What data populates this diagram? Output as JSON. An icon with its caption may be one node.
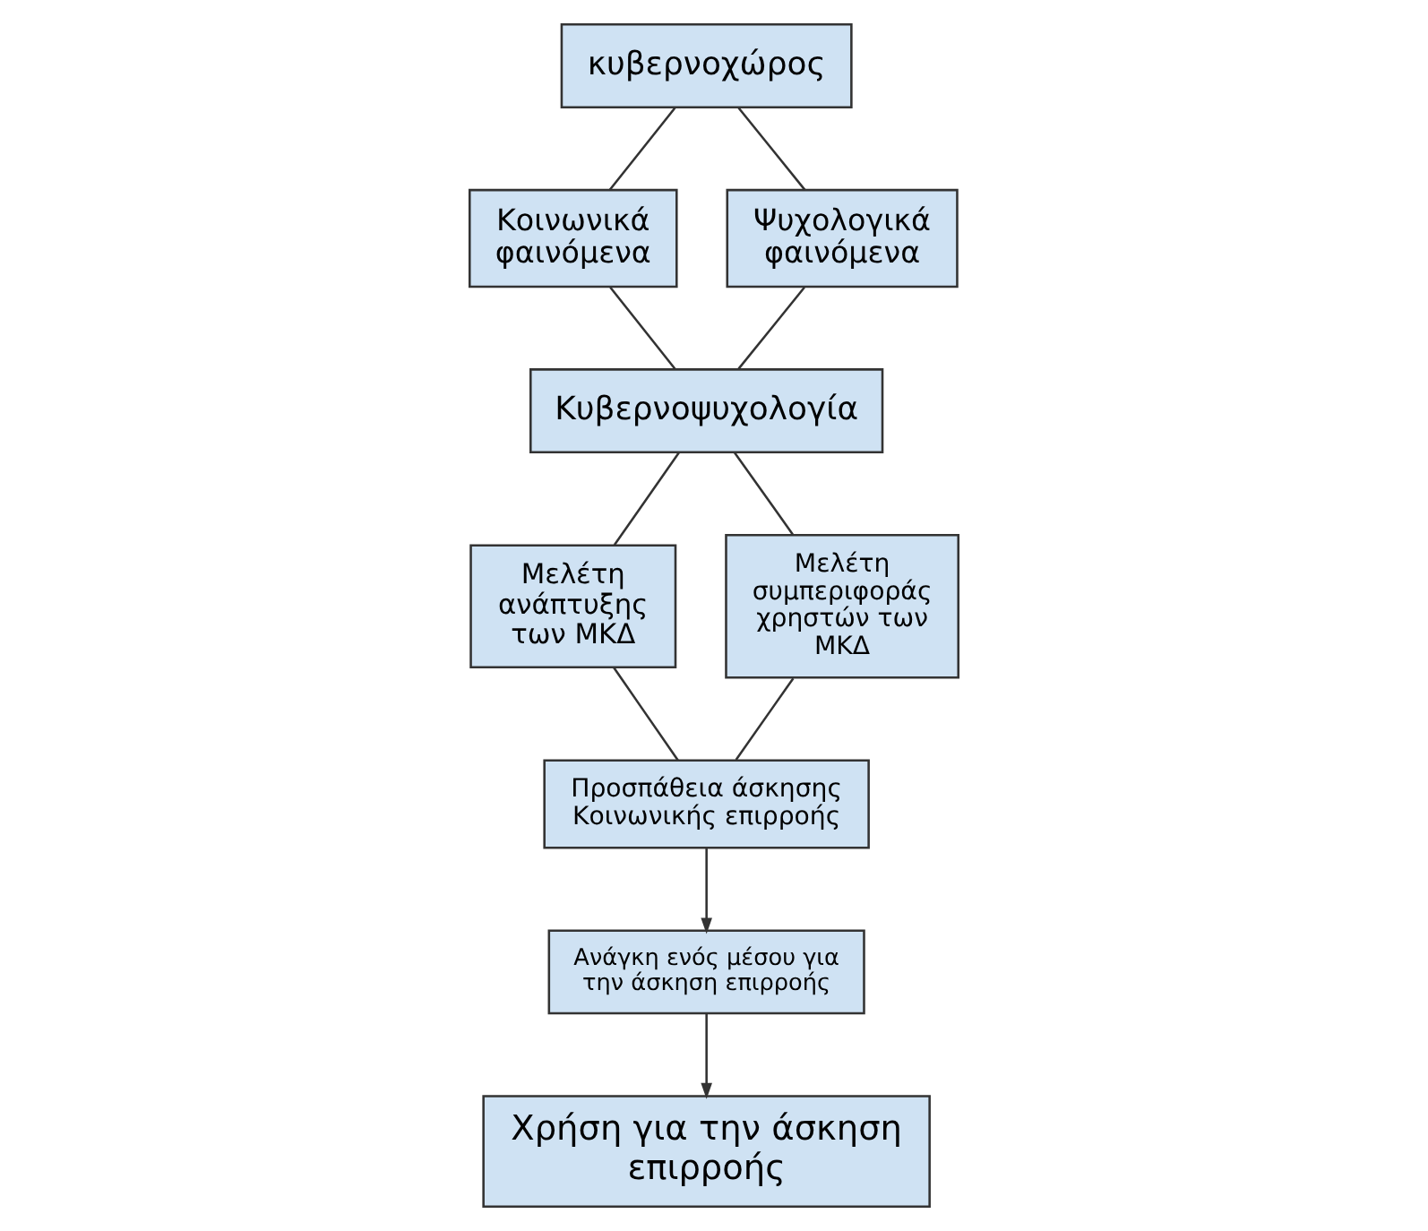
{
  "diagram": {
    "nodes": [
      {
        "text": [
          "κυβερνοχώρος"
        ]
      },
      {
        "text": [
          "Κοινωνικά φαινόμενα"
        ]
      },
      {
        "text": [
          "Ψυχολογικά φαινόμενα"
        ]
      },
      {
        "text": [
          "Κυβερνοψυχολογία"
        ]
      },
      {
        "text": [
          "Μελέτη ανάπτυξης των ΜΚΔ"
        ]
      },
      {
        "text": [
          "Μελέτη συμπεριφοράς χρηστών των ΜΚΔ"
        ]
      },
      {
        "text": [
          "Προσπάθεια άσκησης Κοινωνικής επιρροής"
        ]
      },
      {
        "text": [
          "Ανάγκη ενός μέσου για την άσκηση επιρροής"
        ]
      },
      {
        "text": [
          "Χρήση για την άσκηση επιρροής"
        ]
      }
    ],
    "edges": [
      {
        "from": 0,
        "to": 1,
        "arrow": "none"
      },
      {
        "from": 0,
        "to": 2,
        "arrow": "none"
      },
      {
        "from": 1,
        "to": 3,
        "arrow": "none"
      },
      {
        "from": 2,
        "to": 3,
        "arrow": "none"
      },
      {
        "from": 3,
        "to": 4,
        "arrow": "none"
      },
      {
        "from": 3,
        "to": 5,
        "arrow": "none"
      },
      {
        "from": 4,
        "to": 6,
        "arrow": "none"
      },
      {
        "from": 5,
        "to": 6,
        "arrow": "none"
      },
      {
        "from": 6,
        "to": 7,
        "arrow": "to"
      },
      {
        "from": 7,
        "to": 8,
        "arrow": "to"
      }
    ]
  }
}
